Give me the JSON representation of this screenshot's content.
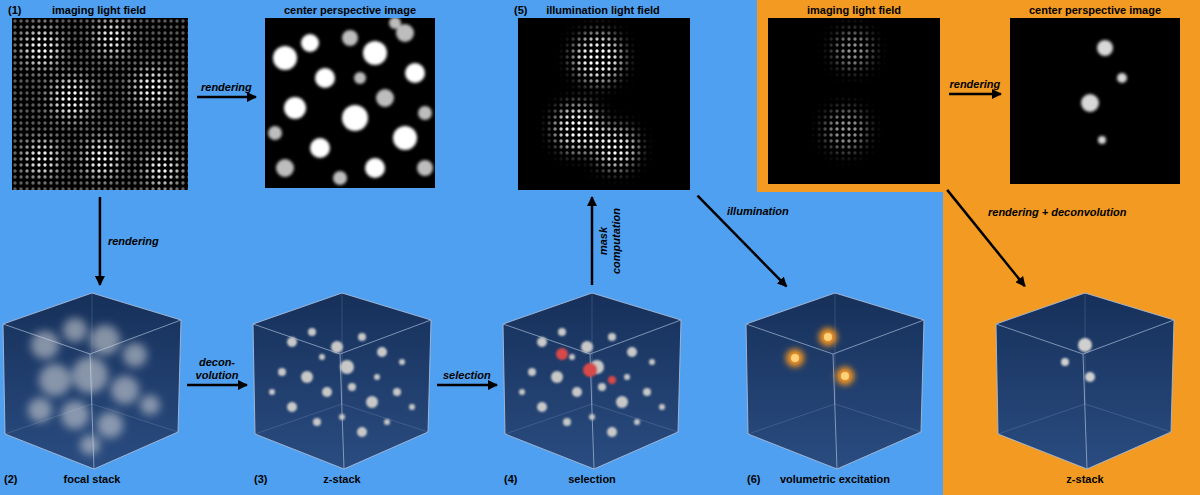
{
  "diagram": {
    "nodes": [
      {
        "text": [
          "(1)",
          "imaging light field"
        ]
      },
      {
        "text": [
          "center perspective image"
        ]
      },
      {
        "text": [
          "(2)",
          "focal stack"
        ]
      },
      {
        "text": [
          "(3)",
          "z-stack"
        ]
      },
      {
        "text": [
          "(4)",
          "selection"
        ]
      },
      {
        "text": [
          "(5)",
          "illumination light field"
        ]
      },
      {
        "text": [
          "(6)",
          "volumetric excitation"
        ]
      },
      {
        "text": [
          "imaging light field"
        ]
      },
      {
        "text": [
          "center perspective image"
        ]
      },
      {
        "text": [
          "z-stack"
        ]
      }
    ],
    "edges": [
      {
        "from": 0,
        "to": 1,
        "arrow": "to",
        "label": "rendering"
      },
      {
        "from": 0,
        "to": 2,
        "arrow": "to",
        "label": "rendering"
      },
      {
        "from": 2,
        "to": 3,
        "arrow": "to",
        "label": "decon- volution"
      },
      {
        "from": 3,
        "to": 4,
        "arrow": "to",
        "label": "selection"
      },
      {
        "from": 4,
        "to": 5,
        "arrow": "to",
        "label": "mask computation"
      },
      {
        "from": 5,
        "to": 6,
        "arrow": "to",
        "label": "illumination"
      },
      {
        "from": 7,
        "to": 8,
        "arrow": "to",
        "label": "rendering"
      },
      {
        "from": 7,
        "to": 9,
        "arrow": "to",
        "label": "rendering + deconvolution"
      }
    ]
  }
}
